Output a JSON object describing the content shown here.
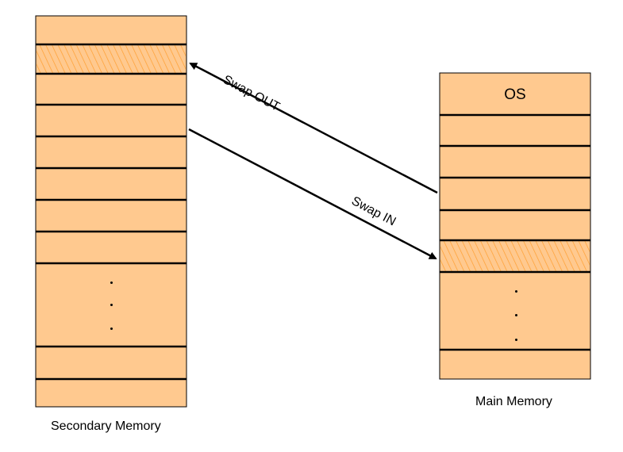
{
  "colors": {
    "block_fill": "#ffc98f",
    "hatch_line": "#ff9e30",
    "line": "#000000",
    "background": "#ffffff"
  },
  "secondary_memory": {
    "label": "Secondary Memory",
    "ellipsis": "⋮"
  },
  "main_memory": {
    "label": "Main Memory",
    "os_label": "OS",
    "ellipsis": "⋮"
  },
  "arrows": {
    "swap_out": "Swap OUT",
    "swap_in": "Swap IN"
  }
}
